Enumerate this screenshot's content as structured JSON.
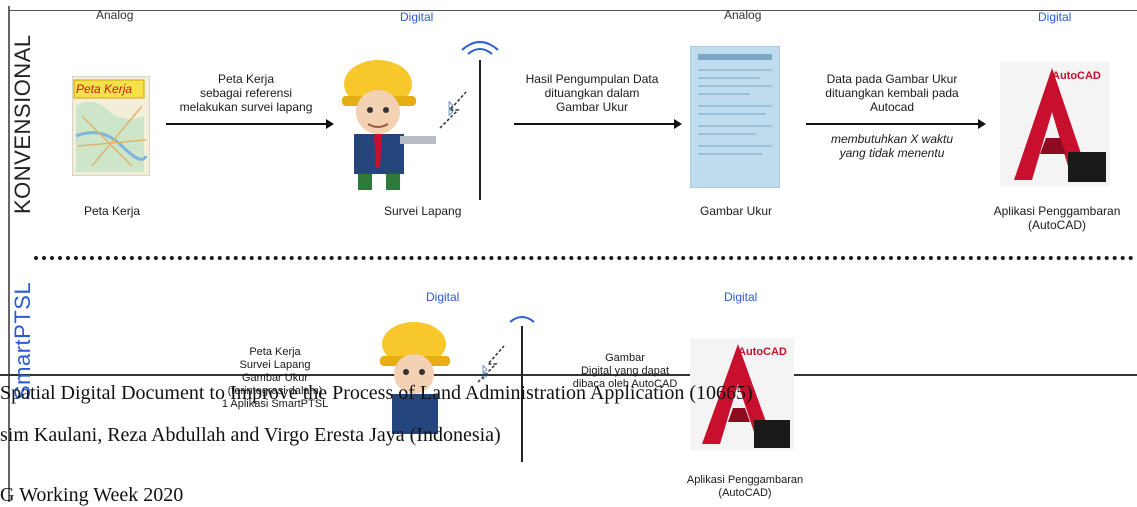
{
  "konvensional": {
    "side_label": "KONVENSIONAL",
    "headers": {
      "analog_1": "Analog",
      "digital_1": "Digital",
      "analog_2": "Analog",
      "digital_2": "Digital"
    },
    "map_card_text": "Peta Kerja",
    "arrow1_text": [
      "Peta Kerja",
      "sebagai referensi",
      "melakukan survei lapang"
    ],
    "arrow2_text": [
      "Hasil Pengumpulan Data",
      "dituangkan dalam",
      "Gambar Ukur"
    ],
    "arrow3_text": [
      "Data pada Gambar Ukur",
      "dituangkan kembali pada",
      "Autocad"
    ],
    "arrow3_note": [
      "membutuhkan X waktu",
      "yang tidak menentu"
    ],
    "captions": {
      "peta_kerja": "Peta Kerja",
      "survei_lapang": "Survei Lapang",
      "gambar_ukur": "Gambar Ukur",
      "aplikasi": [
        "Aplikasi Penggambaran",
        "(AutoCAD)"
      ]
    },
    "autocad_label": "AutoCAD"
  },
  "smartptsl": {
    "side_label": "SmartPTSL",
    "headers": {
      "digital_1": "Digital",
      "digital_2": "Digital"
    },
    "left_list": [
      "Peta Kerja",
      "Survei Lapang",
      "Gambar Ukur",
      "(terintegrasi dalam)",
      "1 Aplikasi SmartPTSL"
    ],
    "arrow_text": [
      "Gambar",
      "Digital yang dapat",
      "dibaca oleh AutoCAD"
    ],
    "autocad_label": "AutoCAD",
    "caption": [
      "Aplikasi Penggambaran",
      "(AutoCAD)"
    ]
  },
  "footer": {
    "title": "Spatial Digital Document to Improve the Process of Land Administration Application (10665)",
    "authors": "sim Kaulani, Reza Abdullah and Virgo Eresta Jaya (Indonesia)",
    "event": "G Working Week 2020"
  },
  "colors": {
    "digital_blue": "#2a5bd7",
    "autocad_red": "#c8102e",
    "divider_blue": "#3d8fd9"
  }
}
